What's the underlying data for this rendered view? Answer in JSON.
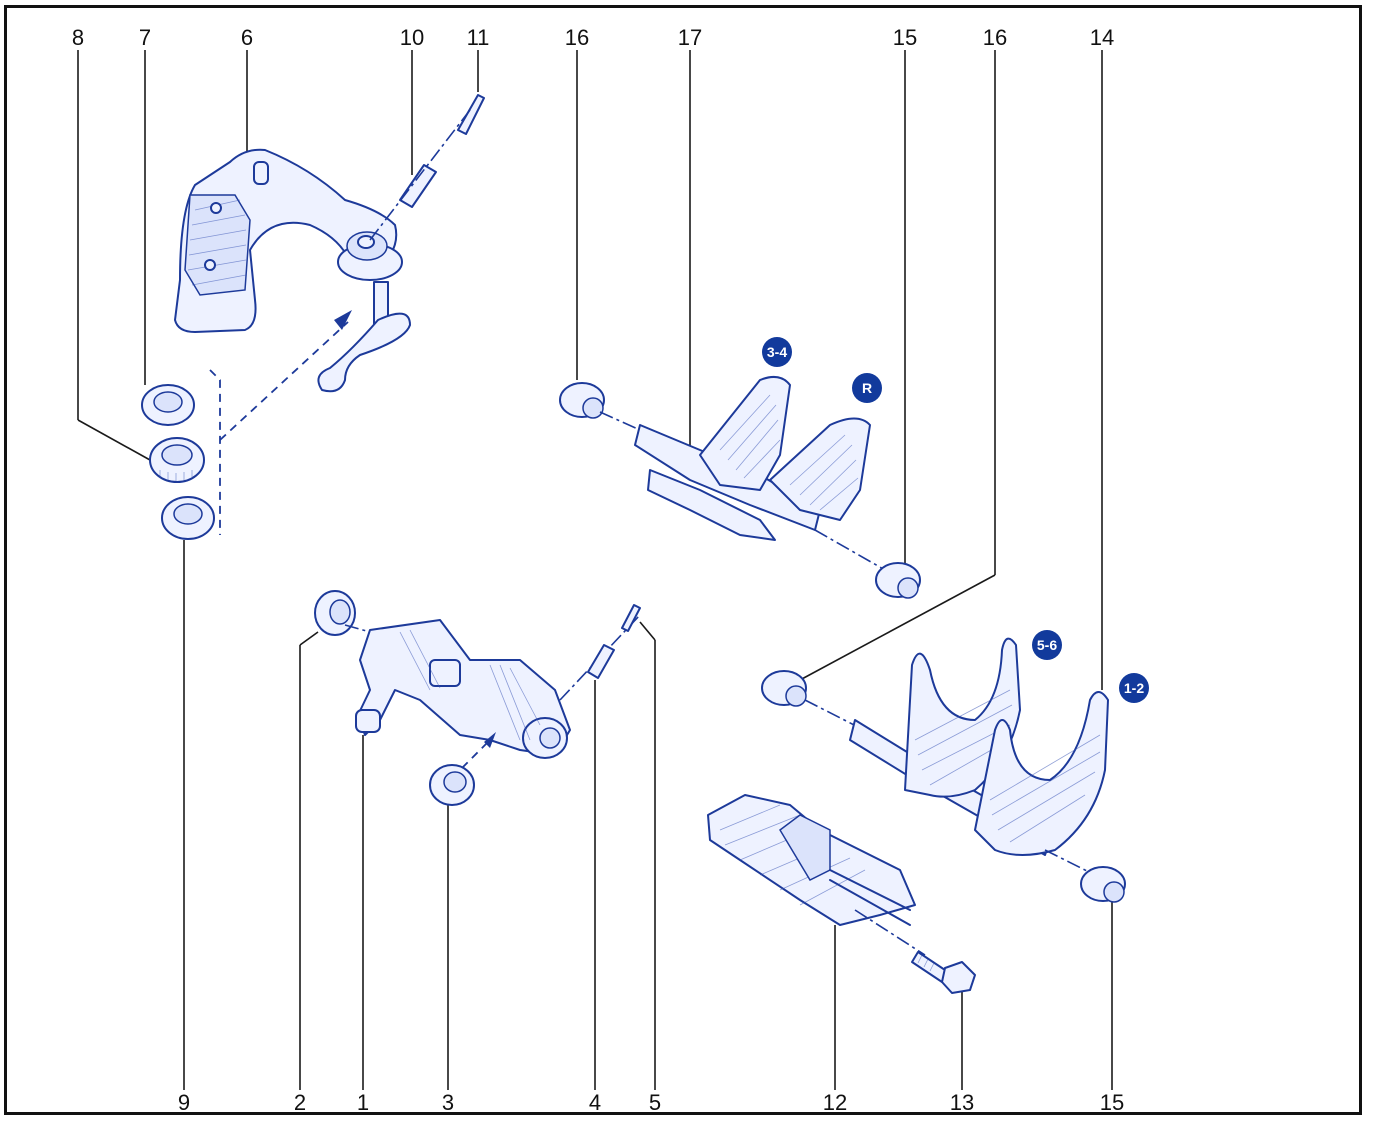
{
  "callouts": {
    "c8_top": "8",
    "c7_top": "7",
    "c6_top": "6",
    "c10_top": "10",
    "c11_top": "11",
    "c16a_top": "16",
    "c17_top": "17",
    "c15a_top": "15",
    "c16b_top": "16",
    "c14_top": "14",
    "c9_bottom": "9",
    "c2_bottom": "2",
    "c1_bottom": "1",
    "c3_bottom": "3",
    "c4_bottom": "4",
    "c5_bottom": "5",
    "c12_bottom": "12",
    "c13_bottom": "13",
    "c15b_bottom": "15"
  },
  "fork_labels": {
    "fork_34": "3-4",
    "fork_r": "R",
    "fork_56": "5-6",
    "fork_12": "1-2"
  },
  "colors": {
    "line_art": "#1d3a9a",
    "badge": "#123a9c",
    "callout_text": "#111111"
  }
}
